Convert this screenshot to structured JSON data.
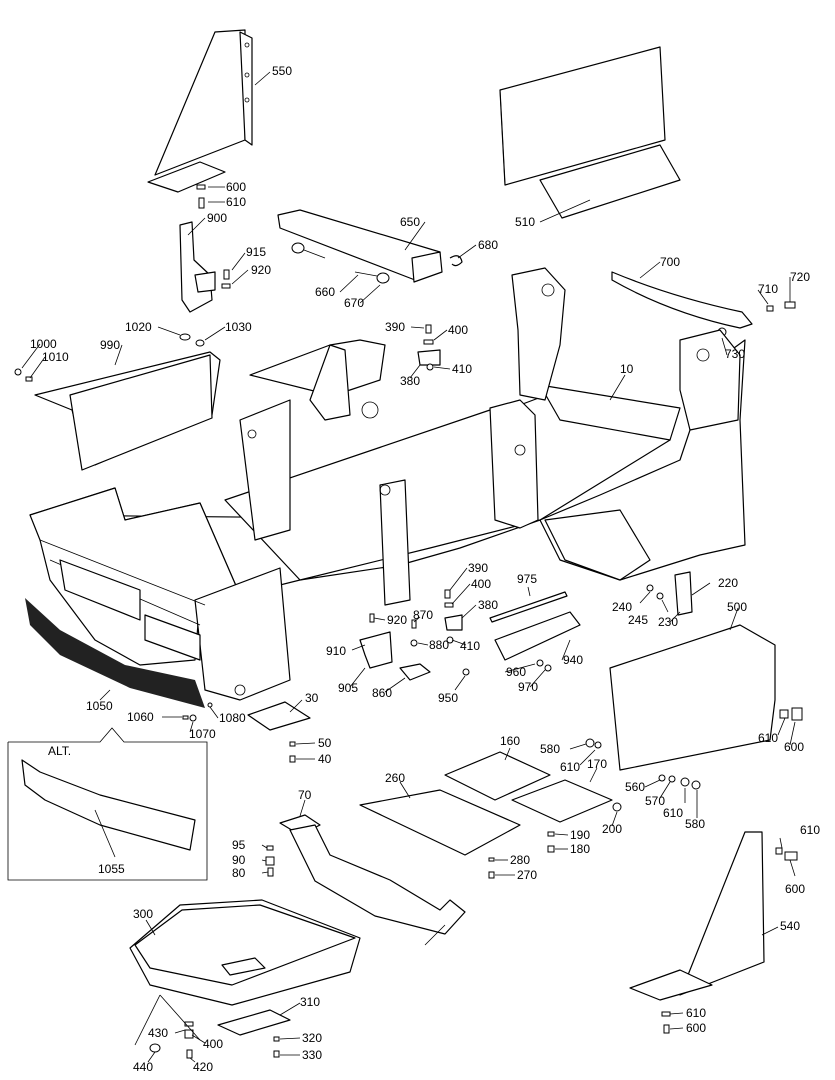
{
  "labels": {
    "p550": "550",
    "p600a": "600",
    "p610a": "610",
    "p900": "900",
    "p915": "915",
    "p920a": "920",
    "p650": "650",
    "p680": "680",
    "p660": "660",
    "p670": "670",
    "p510": "510",
    "p700": "700",
    "p710": "710",
    "p720": "720",
    "p730": "730",
    "p1000": "1000",
    "p1010": "1010",
    "p990": "990",
    "p1020": "1020",
    "p1030": "1030",
    "p390a": "390",
    "p400a": "400",
    "p380a": "380",
    "p410a": "410",
    "p10": "10",
    "p390b": "390",
    "p400b": "400",
    "p380b": "380",
    "p975": "975",
    "p220": "220",
    "p240": "240",
    "p245": "245",
    "p230": "230",
    "p500": "500",
    "p920b": "920",
    "p870": "870",
    "p880": "880",
    "p910": "910",
    "p410b": "410",
    "p940": "940",
    "p960": "960",
    "p970": "970",
    "p950": "950",
    "p905": "905",
    "p860": "860",
    "p1050": "1050",
    "p30": "30",
    "p1060": "1060",
    "p1080": "1080",
    "p1070": "1070",
    "p50": "50",
    "p40": "40",
    "p160": "160",
    "p580a": "580",
    "p610b": "610",
    "p600b": "600",
    "p610c": "610",
    "p170": "170",
    "p560": "560",
    "p570": "570",
    "p610d": "610",
    "p580b": "580",
    "p200": "200",
    "p260": "260",
    "p190": "190",
    "p180": "180",
    "p280": "280",
    "p270": "270",
    "p70": "70",
    "p95": "95",
    "p90": "90",
    "p80": "80",
    "p1055": "1055",
    "p610e": "610",
    "p600c": "600",
    "p540": "540",
    "p300": "300",
    "p310": "310",
    "p430": "430",
    "p400c": "400",
    "p320": "320",
    "p330": "330",
    "p440": "440",
    "p420": "420",
    "p610f": "610",
    "p600d": "600"
  },
  "inset": {
    "title": "ALT."
  }
}
